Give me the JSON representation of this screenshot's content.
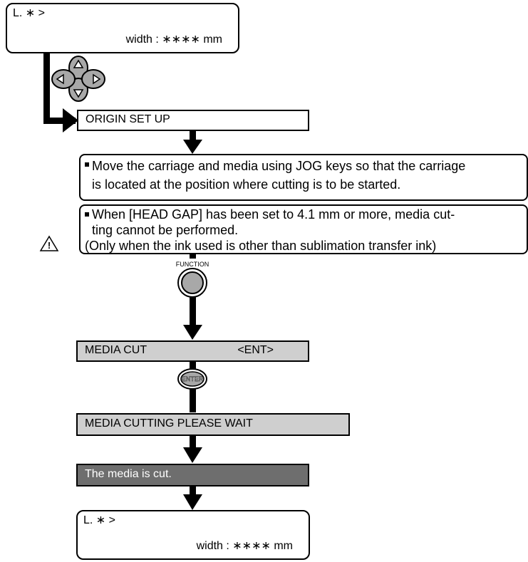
{
  "lcd_top": {
    "line1": "L. ∗ >",
    "line2": "width : ∗∗∗∗ mm"
  },
  "origin_bar": "ORIGIN SET UP",
  "note1": {
    "line1": "Move the carriage and media using JOG keys so that the carriage",
    "line2": "is located at the position where cutting is to be started."
  },
  "note2": {
    "line1": "When [HEAD GAP] has been set to 4.1 mm or more, media cut-",
    "line2": "ting cannot be performed.",
    "line3": "(Only when the ink used is other than sublimation transfer ink)"
  },
  "function_label": "FUNCTION",
  "media_cut": {
    "left": "MEDIA CUT",
    "right": "<ENT>"
  },
  "enter_label": "ENTER",
  "cutting_bar": "MEDIA CUTTING  PLEASE WAIT",
  "cut_done_bar": "The media is cut.",
  "lcd_bottom": {
    "line1": "L. ∗ >",
    "line2": "width : ∗∗∗∗ mm"
  },
  "warning_mark": "!",
  "colors": {
    "light_gray_bar": "#cfcfcf",
    "dark_gray_bar": "#6e6e6e",
    "button_gray": "#a8a8a8"
  }
}
